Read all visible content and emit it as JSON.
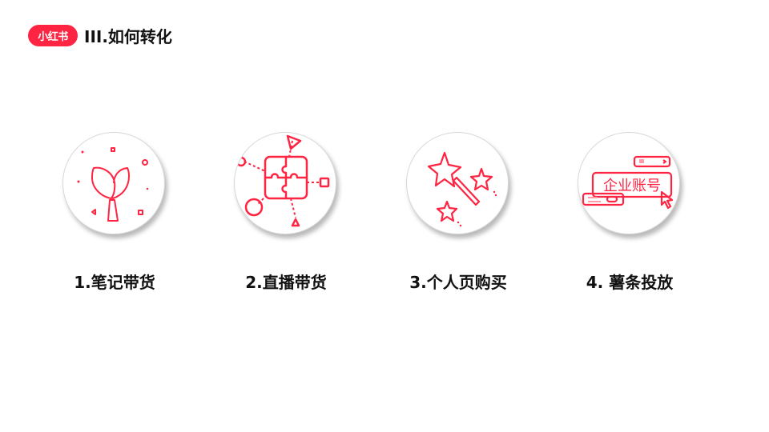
{
  "header": {
    "logo_text": "小红书",
    "title": "III.如何转化"
  },
  "accent_color": "#ff2442",
  "items": [
    {
      "label": "1.笔记带货",
      "icon": "sprout-icon"
    },
    {
      "label": "2.直播带货",
      "icon": "puzzle-network-icon"
    },
    {
      "label": "3.个人页购买",
      "icon": "magic-wand-stars-icon"
    },
    {
      "label": "4. 薯条投放",
      "icon": "enterprise-account-icon",
      "icon_text": "企业账号"
    }
  ]
}
